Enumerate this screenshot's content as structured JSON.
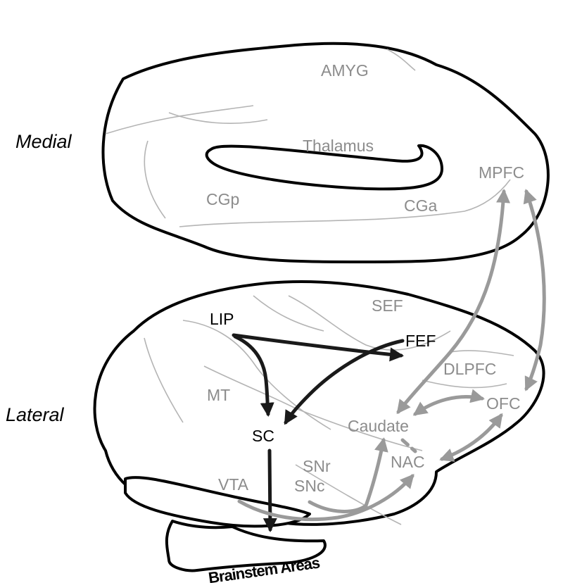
{
  "views": {
    "medial": "Medial",
    "lateral": "Lateral"
  },
  "regions": {
    "amyg": "AMYG",
    "thalamus": "Thalamus",
    "mpfc": "MPFC",
    "cgp": "CGp",
    "cga": "CGa",
    "sef": "SEF",
    "lip": "LIP",
    "fef": "FEF",
    "dlpfc": "DLPFC",
    "mt": "MT",
    "ofc": "OFC",
    "caudate": "Caudate",
    "sc": "SC",
    "snr": "SNr",
    "nac": "NAC",
    "vta": "VTA",
    "snc": "SNc",
    "brainstem": "Brainstem Areas"
  },
  "colors": {
    "black_pathway": "#1a1a1a",
    "gray_pathway": "#9a9a9a",
    "gray_label": "#8c8c8c"
  }
}
